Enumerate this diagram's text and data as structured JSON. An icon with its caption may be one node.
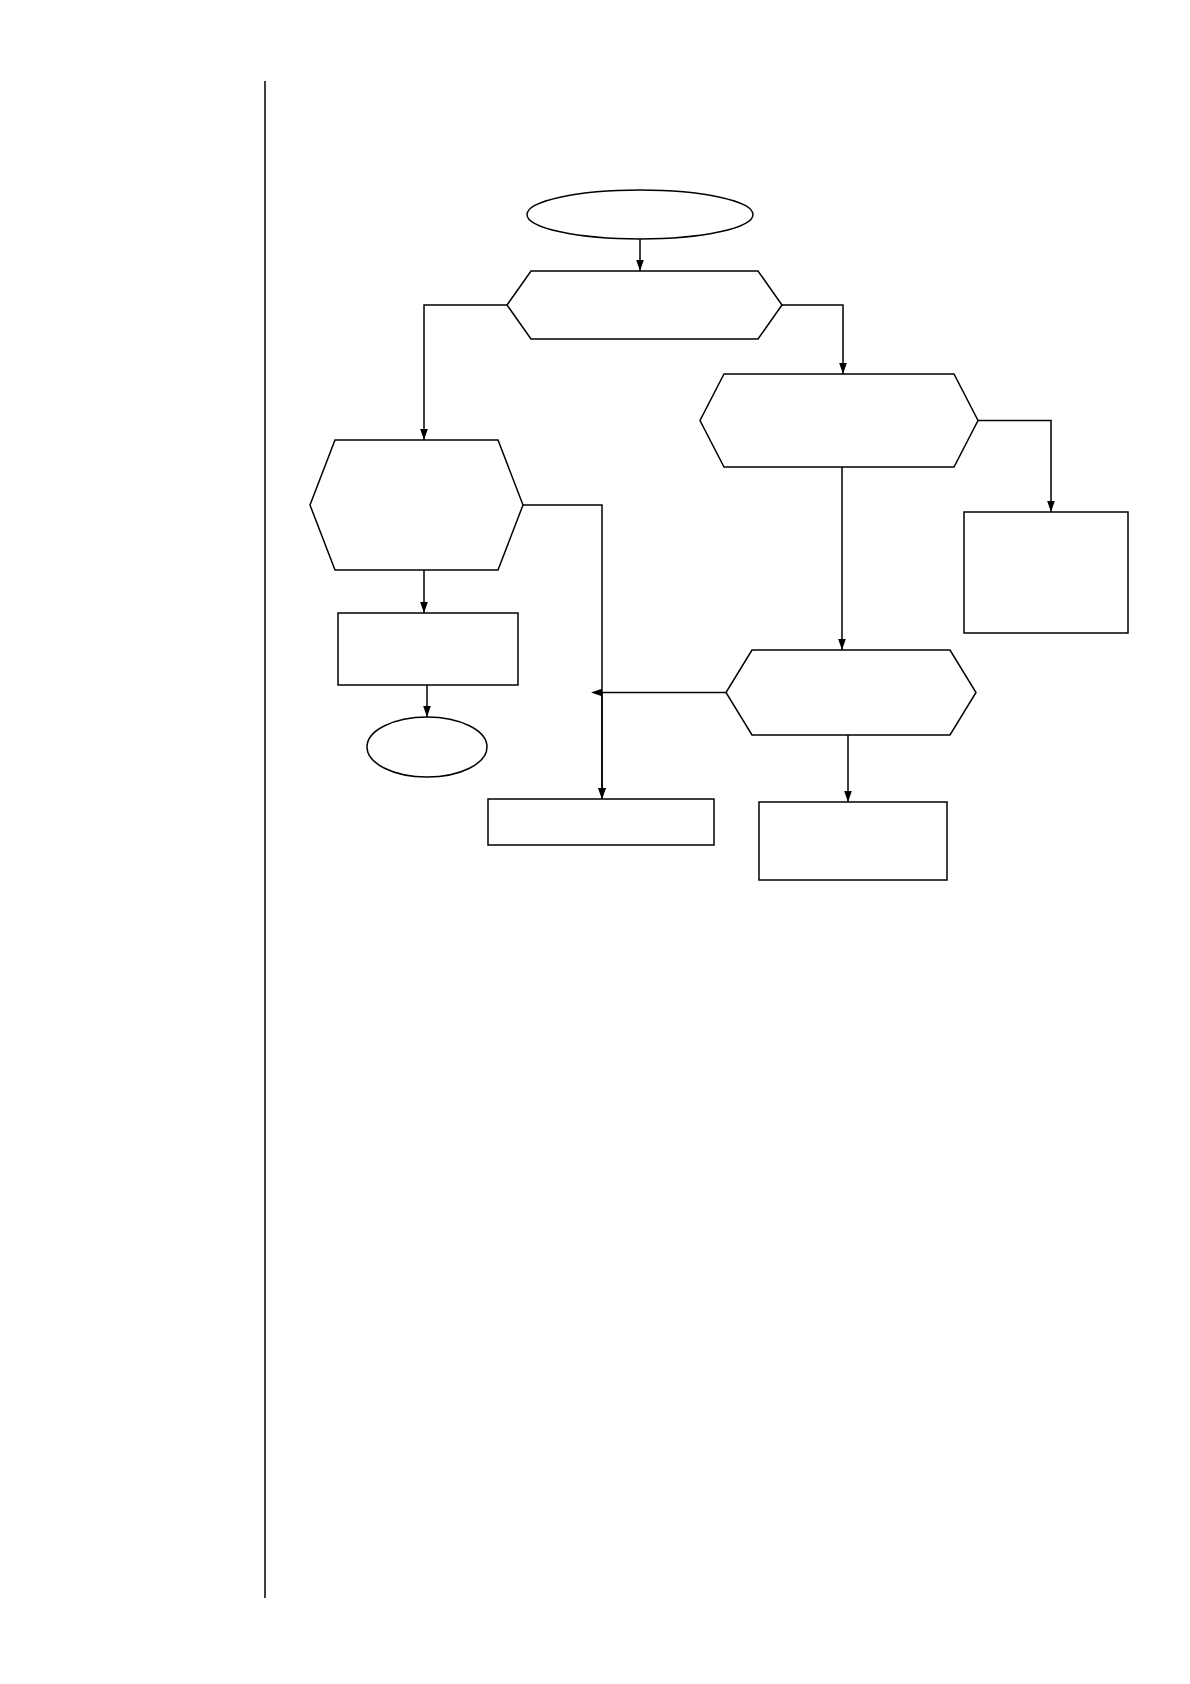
{
  "diagram": {
    "nodes": [
      {
        "text": [],
        "shape": "ellipse"
      },
      {
        "text": [],
        "shape": "hexagon"
      },
      {
        "text": [],
        "shape": "hexagon"
      },
      {
        "text": [],
        "shape": "hexagon"
      },
      {
        "text": [],
        "shape": "box"
      },
      {
        "text": [],
        "shape": "box"
      },
      {
        "text": [],
        "shape": "hexagon"
      },
      {
        "text": [],
        "shape": "ellipse"
      },
      {
        "text": [],
        "shape": "box"
      },
      {
        "text": [],
        "shape": "box"
      }
    ],
    "edges": [
      {
        "from": 0,
        "to": 1,
        "arrow": "to"
      },
      {
        "from": 1,
        "to": 3,
        "arrow": "to"
      },
      {
        "from": 1,
        "to": 2,
        "arrow": "to"
      },
      {
        "from": 2,
        "to": 4,
        "arrow": "to"
      },
      {
        "from": 3,
        "to": 5,
        "arrow": "to"
      },
      {
        "from": 3,
        "to": 8,
        "arrow": "to"
      },
      {
        "from": 2,
        "to": 6,
        "arrow": "to"
      },
      {
        "from": 5,
        "to": 7,
        "arrow": "to"
      },
      {
        "from": 6,
        "to": 8,
        "arrow": "to"
      },
      {
        "from": 6,
        "to": 9,
        "arrow": "to"
      }
    ]
  }
}
